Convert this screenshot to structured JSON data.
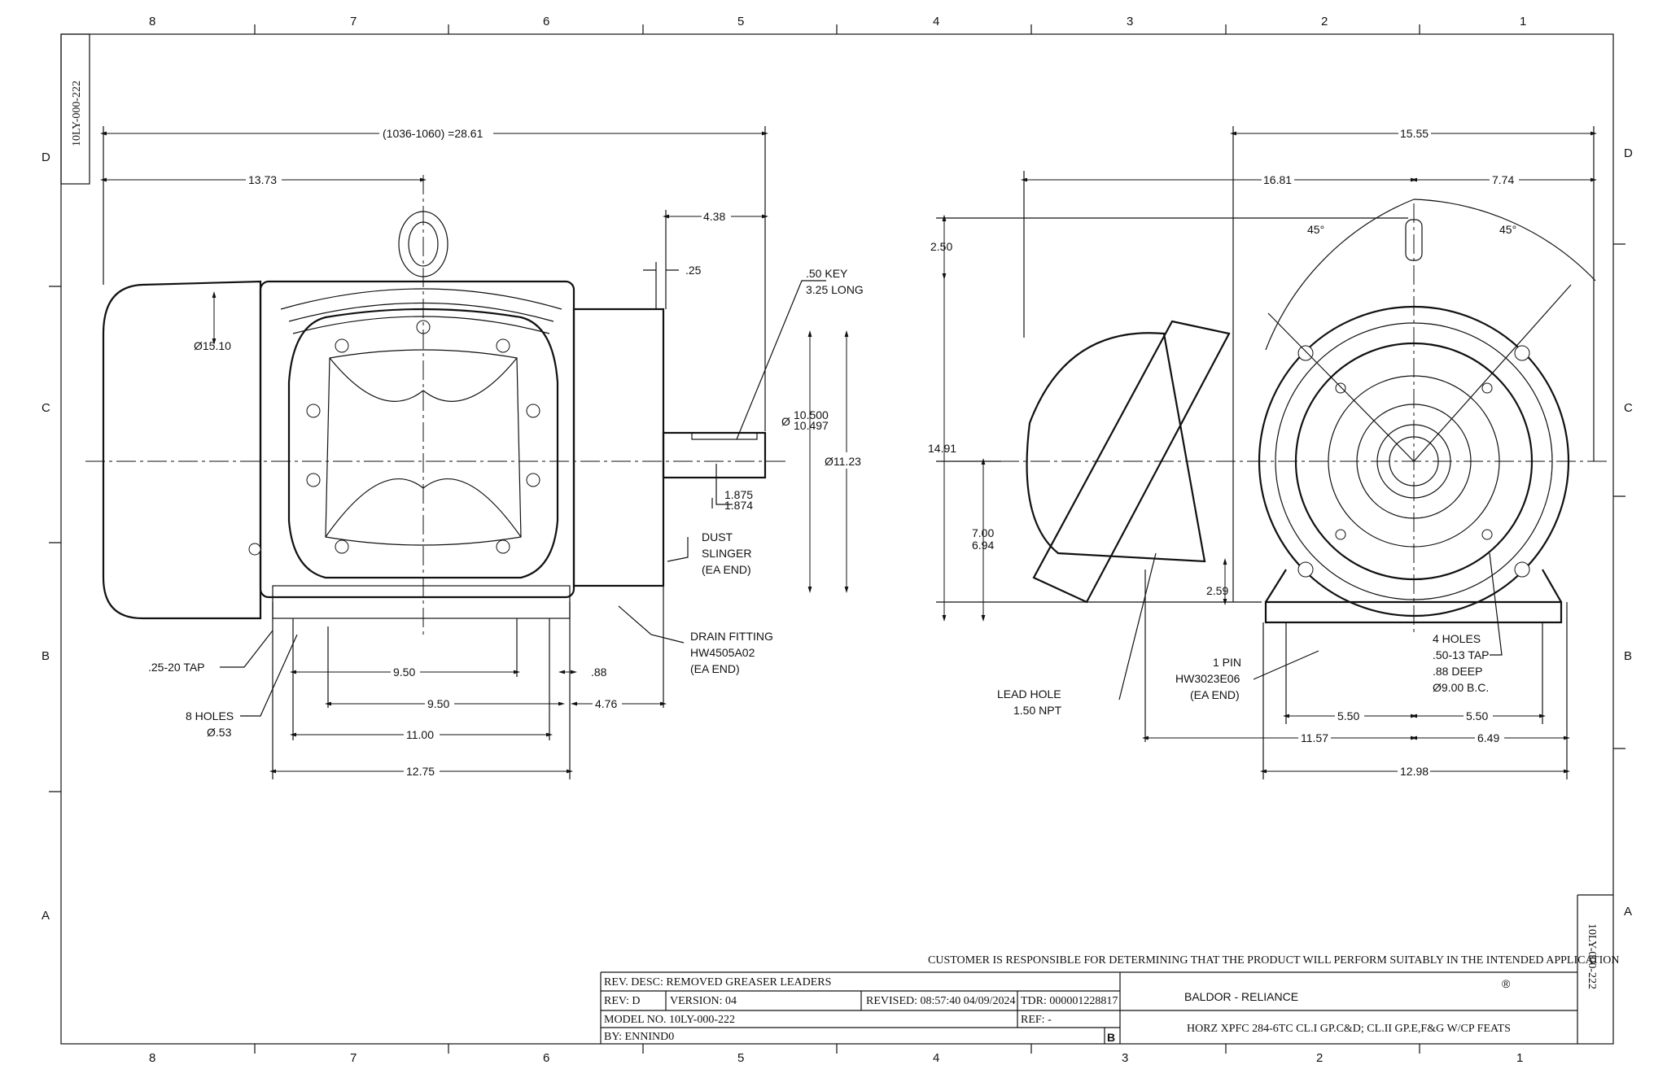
{
  "drawing_id": "10LY-000-222",
  "zones": {
    "cols": [
      "8",
      "7",
      "6",
      "5",
      "4",
      "3",
      "2",
      "1"
    ],
    "rows": [
      "D",
      "C",
      "B",
      "A"
    ]
  },
  "side_view": {
    "overall_length": "(1036-1060) =28.61",
    "d_13_73": "13.73",
    "d_4_38": "4.38",
    "d_25": ".25",
    "key": ".50 KEY",
    "key_len": "3.25 LONG",
    "dia_15_10": "Ø15.10",
    "dia_shaft_a": "10.500",
    "dia_shaft_b": "10.497",
    "dia_sym": "Ø",
    "dia_11_23": "Ø11.23",
    "shaft_a": "1.875",
    "shaft_b": "1.874",
    "dust_1": "DUST",
    "dust_2": "SLINGER",
    "dust_3": "(EA END)",
    "drain_1": "DRAIN FITTING",
    "drain_2": "HW4505A02",
    "drain_3": "(EA END)",
    "tap": ".25-20 TAP",
    "holes_1": "8 HOLES",
    "holes_2": "Ø.53",
    "d_9_50a": "9.50",
    "d_88": ".88",
    "d_9_50b": "9.50",
    "d_4_76": "4.76",
    "d_11_00": "11.00",
    "d_12_75": "12.75"
  },
  "end_view": {
    "d_15_55": "15.55",
    "d_16_81": "16.81",
    "d_7_74": "7.74",
    "ang_l": "45°",
    "ang_r": "45°",
    "d_2_50": "2.50",
    "d_14_91": "14.91",
    "d_7_00": "7.00",
    "d_6_94": "6.94",
    "d_2_59": "2.59",
    "pin_1": "1 PIN",
    "pin_2": "HW3023E06",
    "pin_3": "(EA END)",
    "holes_1": "4 HOLES",
    "holes_2": ".50-13 TAP",
    "holes_3": ".88 DEEP",
    "holes_4": "Ø9.00 B.C.",
    "lead_1": "LEAD HOLE",
    "lead_2": "1.50 NPT",
    "d_5_50a": "5.50",
    "d_5_50b": "5.50",
    "d_11_57": "11.57",
    "d_6_49": "6.49",
    "d_12_98": "12.98"
  },
  "title_block": {
    "disclaimer": "CUSTOMER IS RESPONSIBLE FOR DETERMINING THAT THE PRODUCT WILL PERFORM SUITABLY IN THE INTENDED APPLICATION",
    "rev_desc": "REV. DESC: REMOVED GREASER LEADERS",
    "rev": "REV:  D",
    "version": "VERSION:  04",
    "revised": "REVISED:  08:57:40 04/09/2024",
    "tdr": "TDR:  000001228817",
    "model": "MODEL NO.  10LY-000-222",
    "ref": "REF:  -",
    "by": "BY: ENNIND0",
    "size": "B",
    "company": "BALDOR - RELIANCE",
    "reg": "®",
    "description": "HORZ XPFC 284-6TC CL.I GP.C&D; CL.II GP.E,F&G W/CP FEATS"
  }
}
